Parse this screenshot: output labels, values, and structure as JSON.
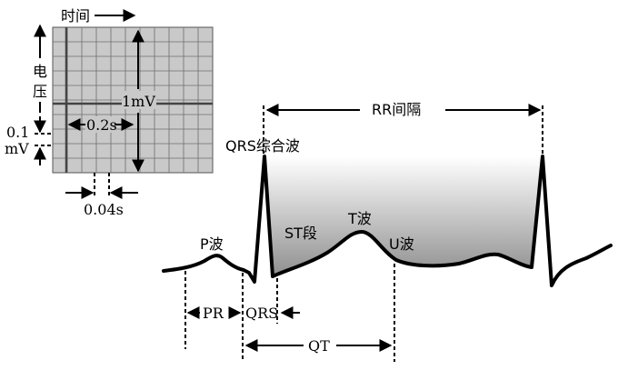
{
  "grid": {
    "time_label": "时间",
    "voltage_label_line1": "电",
    "voltage_label_line2": "压",
    "mv_label": "1mV",
    "small_v_line1": "0.1",
    "small_v_line2": "mV",
    "big_time_label": "0.2s",
    "small_time_label": "0.04s"
  },
  "waves": {
    "rr_label": "RR间隔",
    "qrs_complex": "QRS综合波",
    "st_segment": "ST段",
    "t_wave": "T波",
    "u_wave": "U波",
    "p_wave": "P波"
  },
  "intervals": {
    "pr": "PR",
    "qrs": "QRS",
    "qt": "QT"
  },
  "colors": {
    "grid_bg": "#c8c8c8",
    "grid_line": "#6e6e6e",
    "fill_top": "#ffffff",
    "fill_bottom": "#8c8c8c"
  }
}
